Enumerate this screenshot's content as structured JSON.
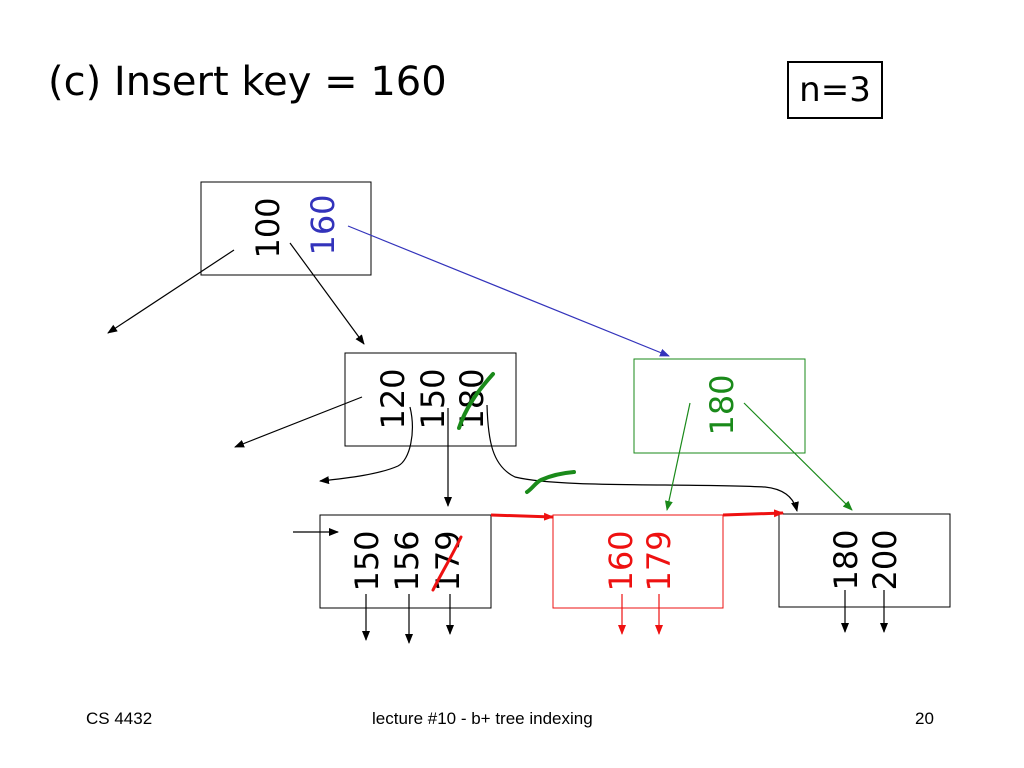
{
  "slide": {
    "title": "(c) Insert key = 160",
    "param_label": "n=3"
  },
  "tree": {
    "root": {
      "keys": [
        "100",
        "160"
      ],
      "new_key": "160"
    },
    "internal_left": {
      "keys": [
        "120",
        "150",
        "180"
      ],
      "struck_key": "180"
    },
    "internal_right": {
      "keys": [
        "180"
      ],
      "status": "new node"
    },
    "leaves": [
      {
        "keys": [
          "150",
          "156",
          "179"
        ],
        "struck_key": "179"
      },
      {
        "keys": [
          "160",
          "179"
        ],
        "status": "new leaf"
      },
      {
        "keys": [
          "180",
          "200"
        ]
      }
    ]
  },
  "colors": {
    "default": "#000000",
    "root_insert": "#3333bb",
    "new_internal": "#1a8a1a",
    "new_leaf": "#ee1111"
  },
  "footer": {
    "course": "CS 4432",
    "lecture": "lecture #10 -  b+ tree indexing",
    "page": "20"
  }
}
